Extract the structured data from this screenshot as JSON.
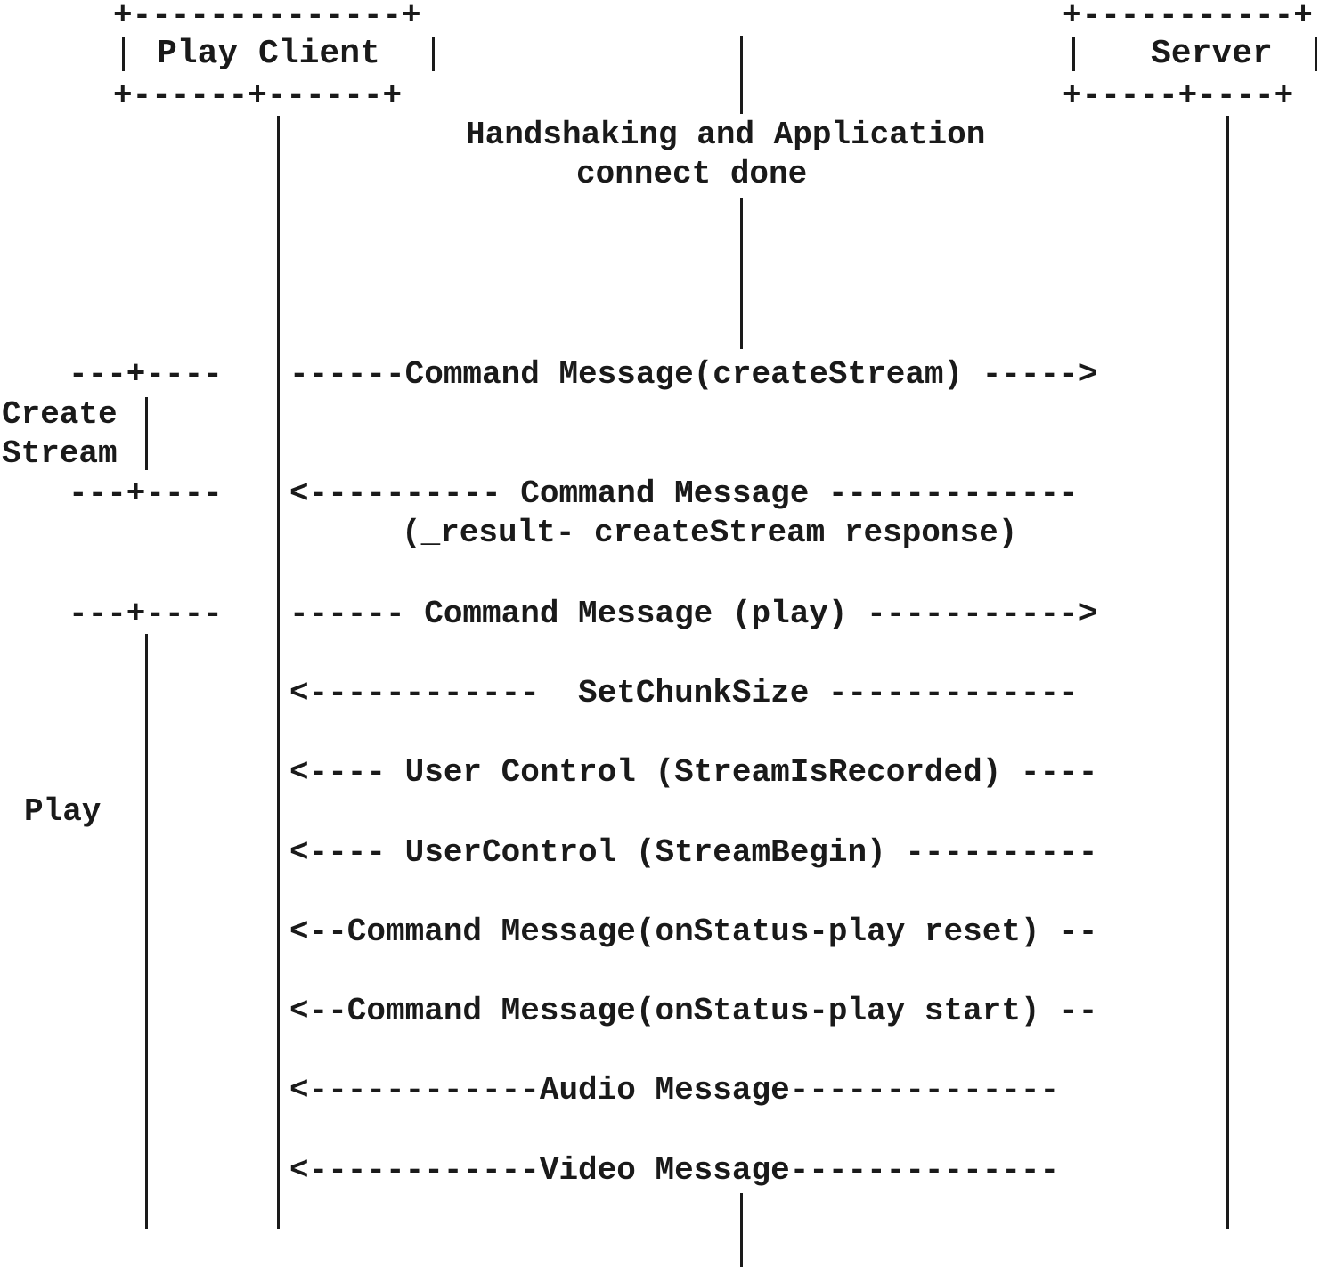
{
  "participants": {
    "client": {
      "box_top": "+--------------+",
      "label": "Play Client",
      "box_bottom": "+------+------+"
    },
    "server": {
      "box_top": "+-----------+",
      "label": "Server",
      "box_bottom": "+-----+----+"
    }
  },
  "note": {
    "line1": "Handshaking and Application",
    "line2": "connect done"
  },
  "phases": {
    "create_stream": {
      "label_line1": "Create",
      "label_line2": "Stream",
      "start_marker": "---+----",
      "end_marker": "---+----"
    },
    "play": {
      "label": "Play",
      "start_marker": "---+----"
    }
  },
  "messages": [
    "------Command Message(createStream) ----->",
    "<---------- Command Message -------------",
    "(_result- createStream response)",
    "------ Command Message (play) ----------->",
    "<------------  SetChunkSize -------------",
    "<---- User Control (StreamIsRecorded) ----",
    "<---- UserControl (StreamBegin) ----------",
    "<--Command Message(onStatus-play reset) --",
    "<--Command Message(onStatus-play start) --",
    "<------------Audio Message--------------",
    "<------------Video Message--------------"
  ]
}
